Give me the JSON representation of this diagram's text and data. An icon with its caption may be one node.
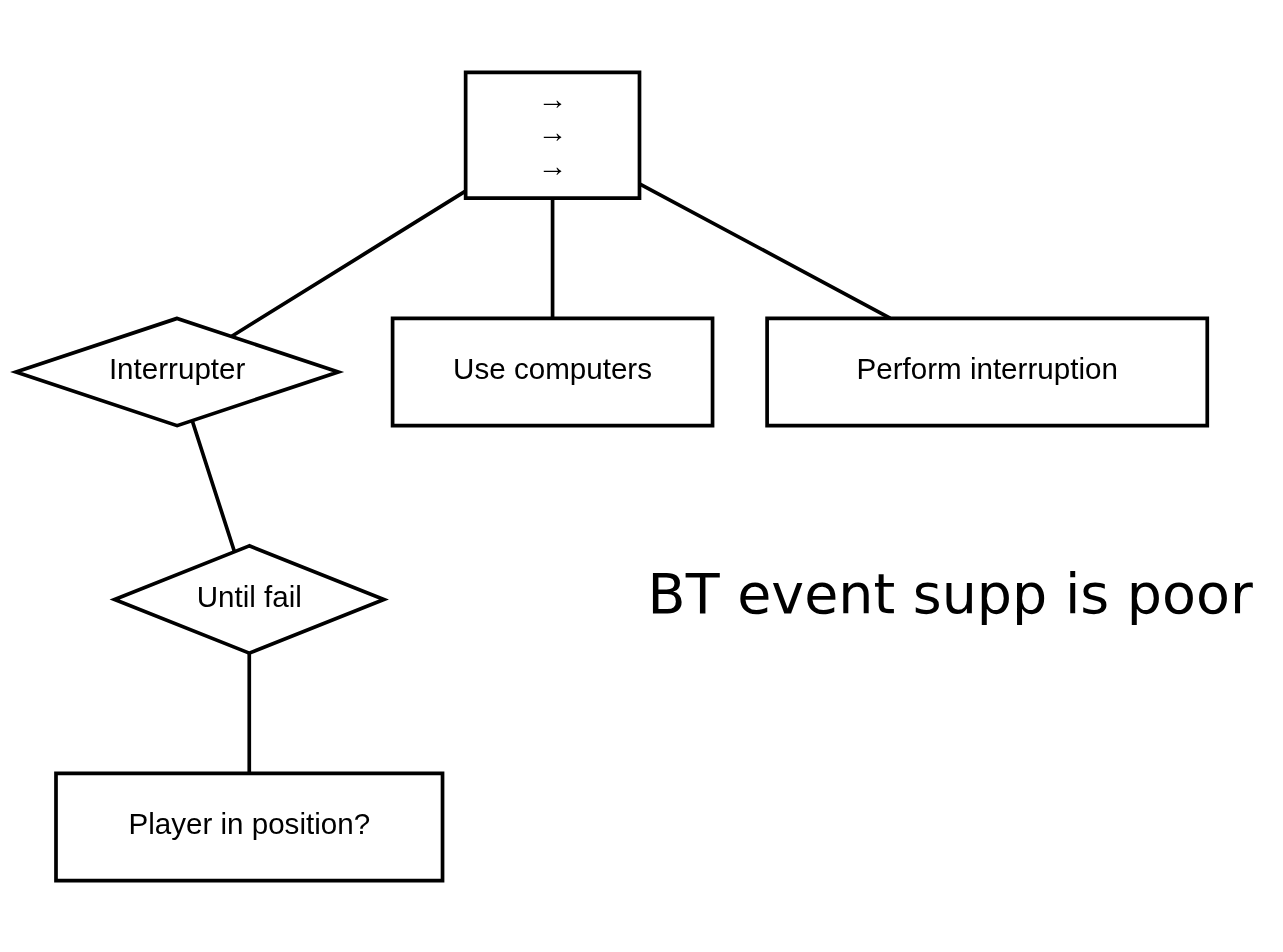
{
  "diagram": {
    "nodes": [
      {
        "text": [
          "→ → →"
        ]
      },
      {
        "text": [
          "Interrupter"
        ]
      },
      {
        "text": [
          "Use computers"
        ]
      },
      {
        "text": [
          "Perform interruption"
        ]
      },
      {
        "text": [
          "Until fail"
        ]
      },
      {
        "text": [
          "Player in position?"
        ]
      }
    ],
    "edges": [
      {
        "from": 0,
        "to": 1,
        "arrow": "none"
      },
      {
        "from": 0,
        "to": 2,
        "arrow": "none"
      },
      {
        "from": 0,
        "to": 3,
        "arrow": "none"
      },
      {
        "from": 1,
        "to": 4,
        "arrow": "none"
      },
      {
        "from": 4,
        "to": 5,
        "arrow": "none"
      }
    ],
    "labels": [
      "BT event supp is poor"
    ]
  }
}
